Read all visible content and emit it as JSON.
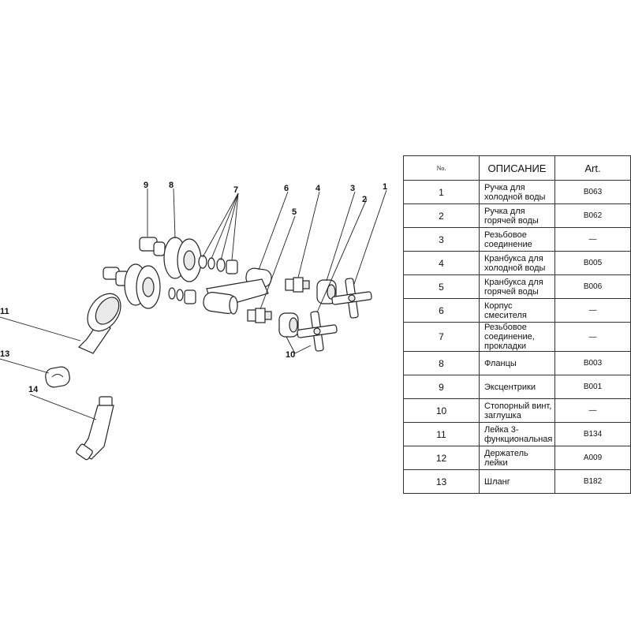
{
  "table": {
    "headers": {
      "no": "No.",
      "description": "ОПИСАНИЕ",
      "art": "Art."
    },
    "rows": [
      {
        "no": "1",
        "description": "Ручка для холодной воды",
        "art": "B063"
      },
      {
        "no": "2",
        "description": "Ручка для горячей воды",
        "art": "B062"
      },
      {
        "no": "3",
        "description": "Резьбовое соединение",
        "art": "—"
      },
      {
        "no": "4",
        "description": "Кранбукса для холодной воды",
        "art": "B005"
      },
      {
        "no": "5",
        "description": "Кранбукса для горячей воды",
        "art": "B006"
      },
      {
        "no": "6",
        "description": "Корпус смесителя",
        "art": "—"
      },
      {
        "no": "7",
        "description": "Резьбовое соединение, прокладки",
        "art": "—"
      },
      {
        "no": "8",
        "description": "Фланцы",
        "art": "B003"
      },
      {
        "no": "9",
        "description": "Эксцентрики",
        "art": "B001"
      },
      {
        "no": "10",
        "description": "Стопорный винт, заглушка",
        "art": "—"
      },
      {
        "no": "11",
        "description": "Лейка 3-функциональная",
        "art": "B134"
      },
      {
        "no": "12",
        "description": "Держатель лейки",
        "art": "A009"
      },
      {
        "no": "13",
        "description": "Шланг",
        "art": "B182"
      }
    ]
  },
  "callouts": {
    "c1": "1",
    "c2": "2",
    "c3": "3",
    "c4": "4",
    "c5": "5",
    "c6": "6",
    "c7": "7",
    "c8": "8",
    "c9": "9",
    "c10": "10",
    "c11": "11",
    "c13": "13",
    "c14": "14"
  }
}
